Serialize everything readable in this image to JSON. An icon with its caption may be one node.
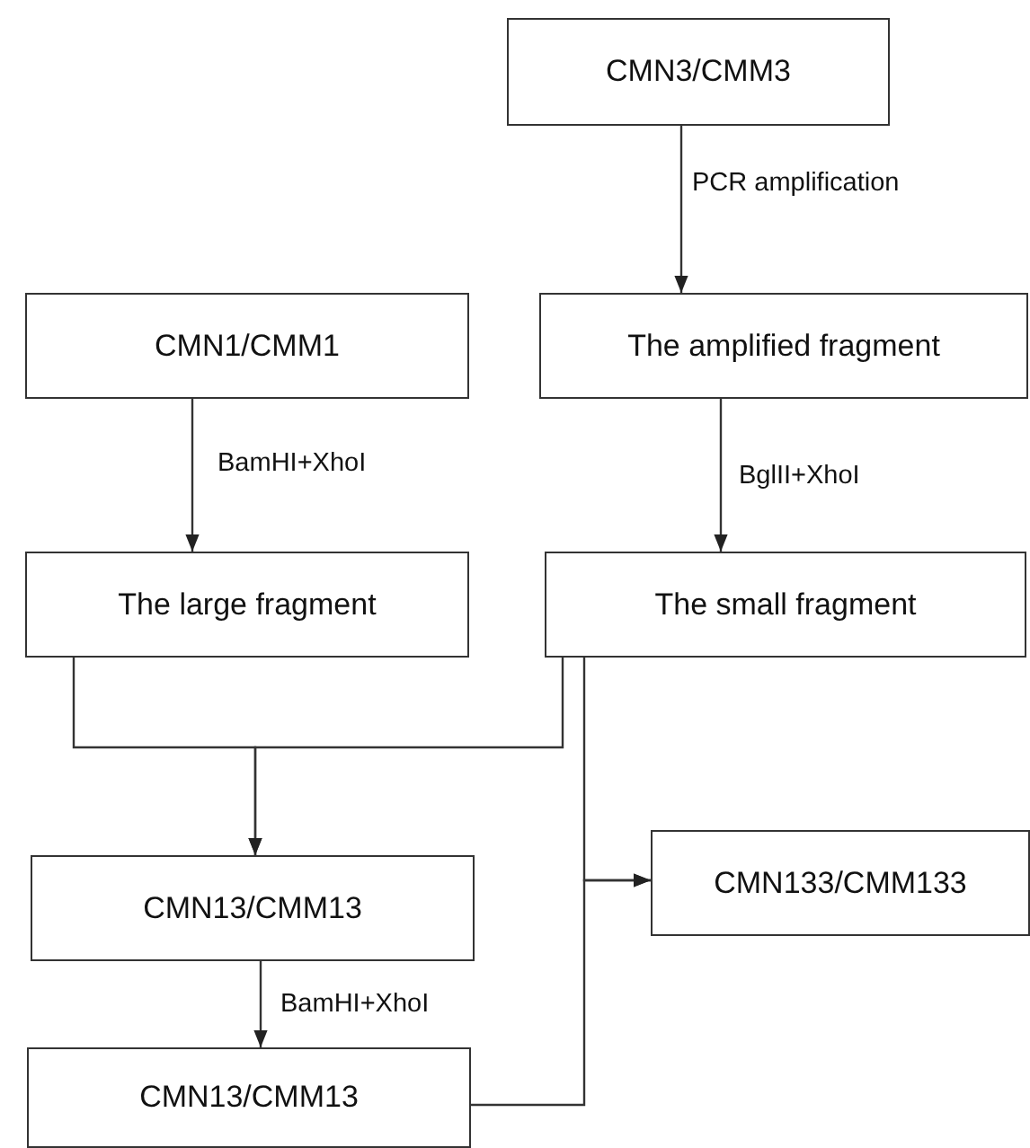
{
  "diagram": {
    "nodes": [
      {
        "text": [
          "CMN3/CMM3"
        ]
      },
      {
        "text": [
          "CMN1/CMM1"
        ]
      },
      {
        "text": [
          "The amplified fragment"
        ]
      },
      {
        "text": [
          "The large fragment"
        ]
      },
      {
        "text": [
          "The small fragment"
        ]
      },
      {
        "text": [
          "CMN13/CMM13"
        ]
      },
      {
        "text": [
          "CMN133/CMM133"
        ]
      },
      {
        "text": [
          "CMN13/CMM13"
        ]
      }
    ],
    "edges": [
      {
        "from": 0,
        "to": 2,
        "arrow": "to",
        "label": "PCR amplification"
      },
      {
        "from": 1,
        "to": 3,
        "arrow": "to",
        "label": "BamHI+XhoI"
      },
      {
        "from": 2,
        "to": 4,
        "arrow": "to",
        "label": "BglII+XhoI"
      },
      {
        "from": 3,
        "to": 5,
        "arrow": "to"
      },
      {
        "from": 4,
        "to": 5,
        "arrow": "to"
      },
      {
        "from": 5,
        "to": 7,
        "arrow": "to",
        "label": "BamHI+XhoI"
      },
      {
        "from": 4,
        "to": 6,
        "arrow": "to"
      },
      {
        "from": 7,
        "to": 6,
        "arrow": "to"
      }
    ]
  }
}
